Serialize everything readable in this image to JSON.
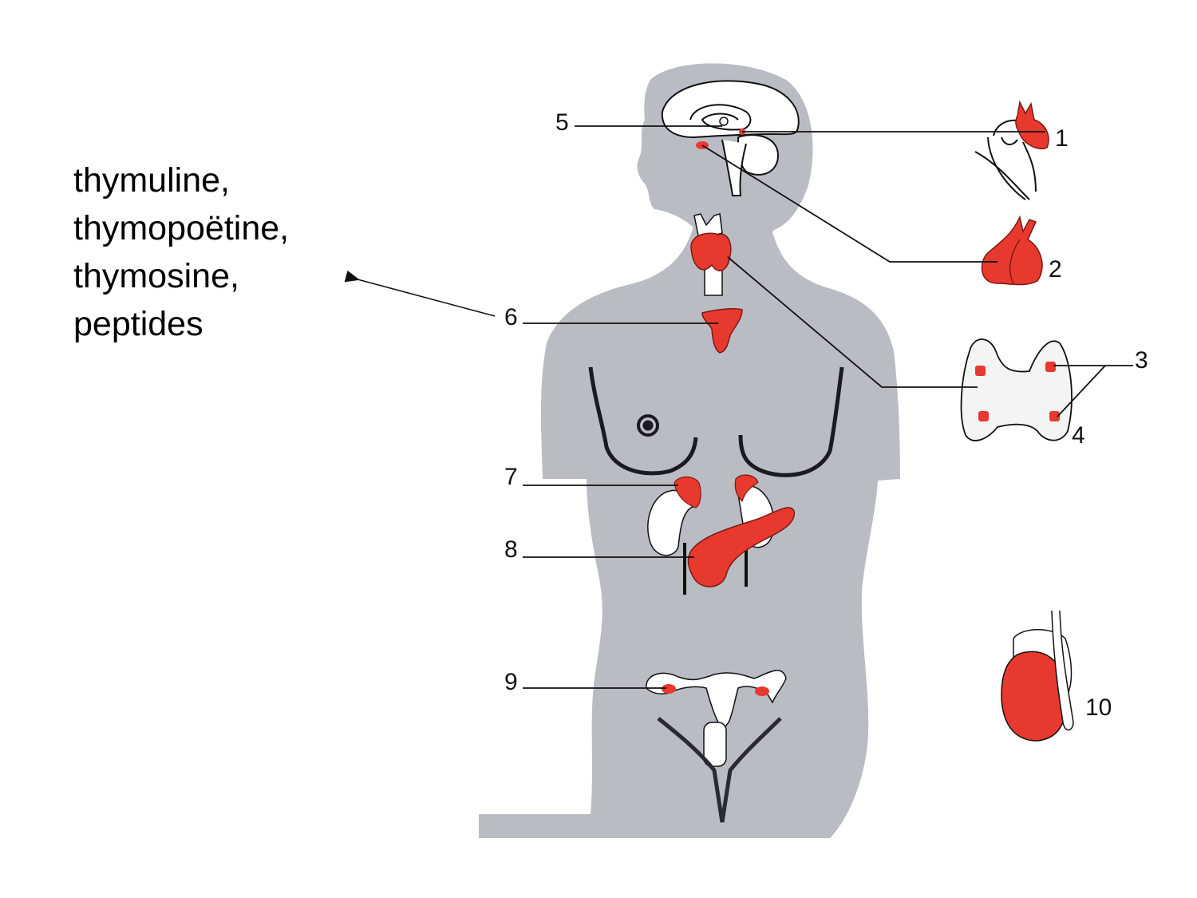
{
  "caption": {
    "lines": [
      "thymuline,",
      "thymopoëtine,",
      "thymosine,",
      "peptides"
    ],
    "arrow_target": "6"
  },
  "diagram": {
    "title": "Endocrine glands on female silhouette",
    "colors": {
      "silhouette": "#b9bcc3",
      "gland": "#e8392e",
      "outline": "#111111",
      "organ_white": "#ffffff"
    },
    "labels": [
      {
        "id": "1",
        "structure": "pineal gland (detail)"
      },
      {
        "id": "2",
        "structure": "pituitary gland (detail)"
      },
      {
        "id": "3",
        "structure": "parathyroid glands (upper)"
      },
      {
        "id": "4",
        "structure": "parathyroid glands (lower) / thyroid"
      },
      {
        "id": "5",
        "structure": "hypothalamus"
      },
      {
        "id": "6",
        "structure": "thymus"
      },
      {
        "id": "7",
        "structure": "adrenal gland"
      },
      {
        "id": "8",
        "structure": "pancreas"
      },
      {
        "id": "9",
        "structure": "ovary"
      },
      {
        "id": "10",
        "structure": "testis"
      }
    ]
  }
}
